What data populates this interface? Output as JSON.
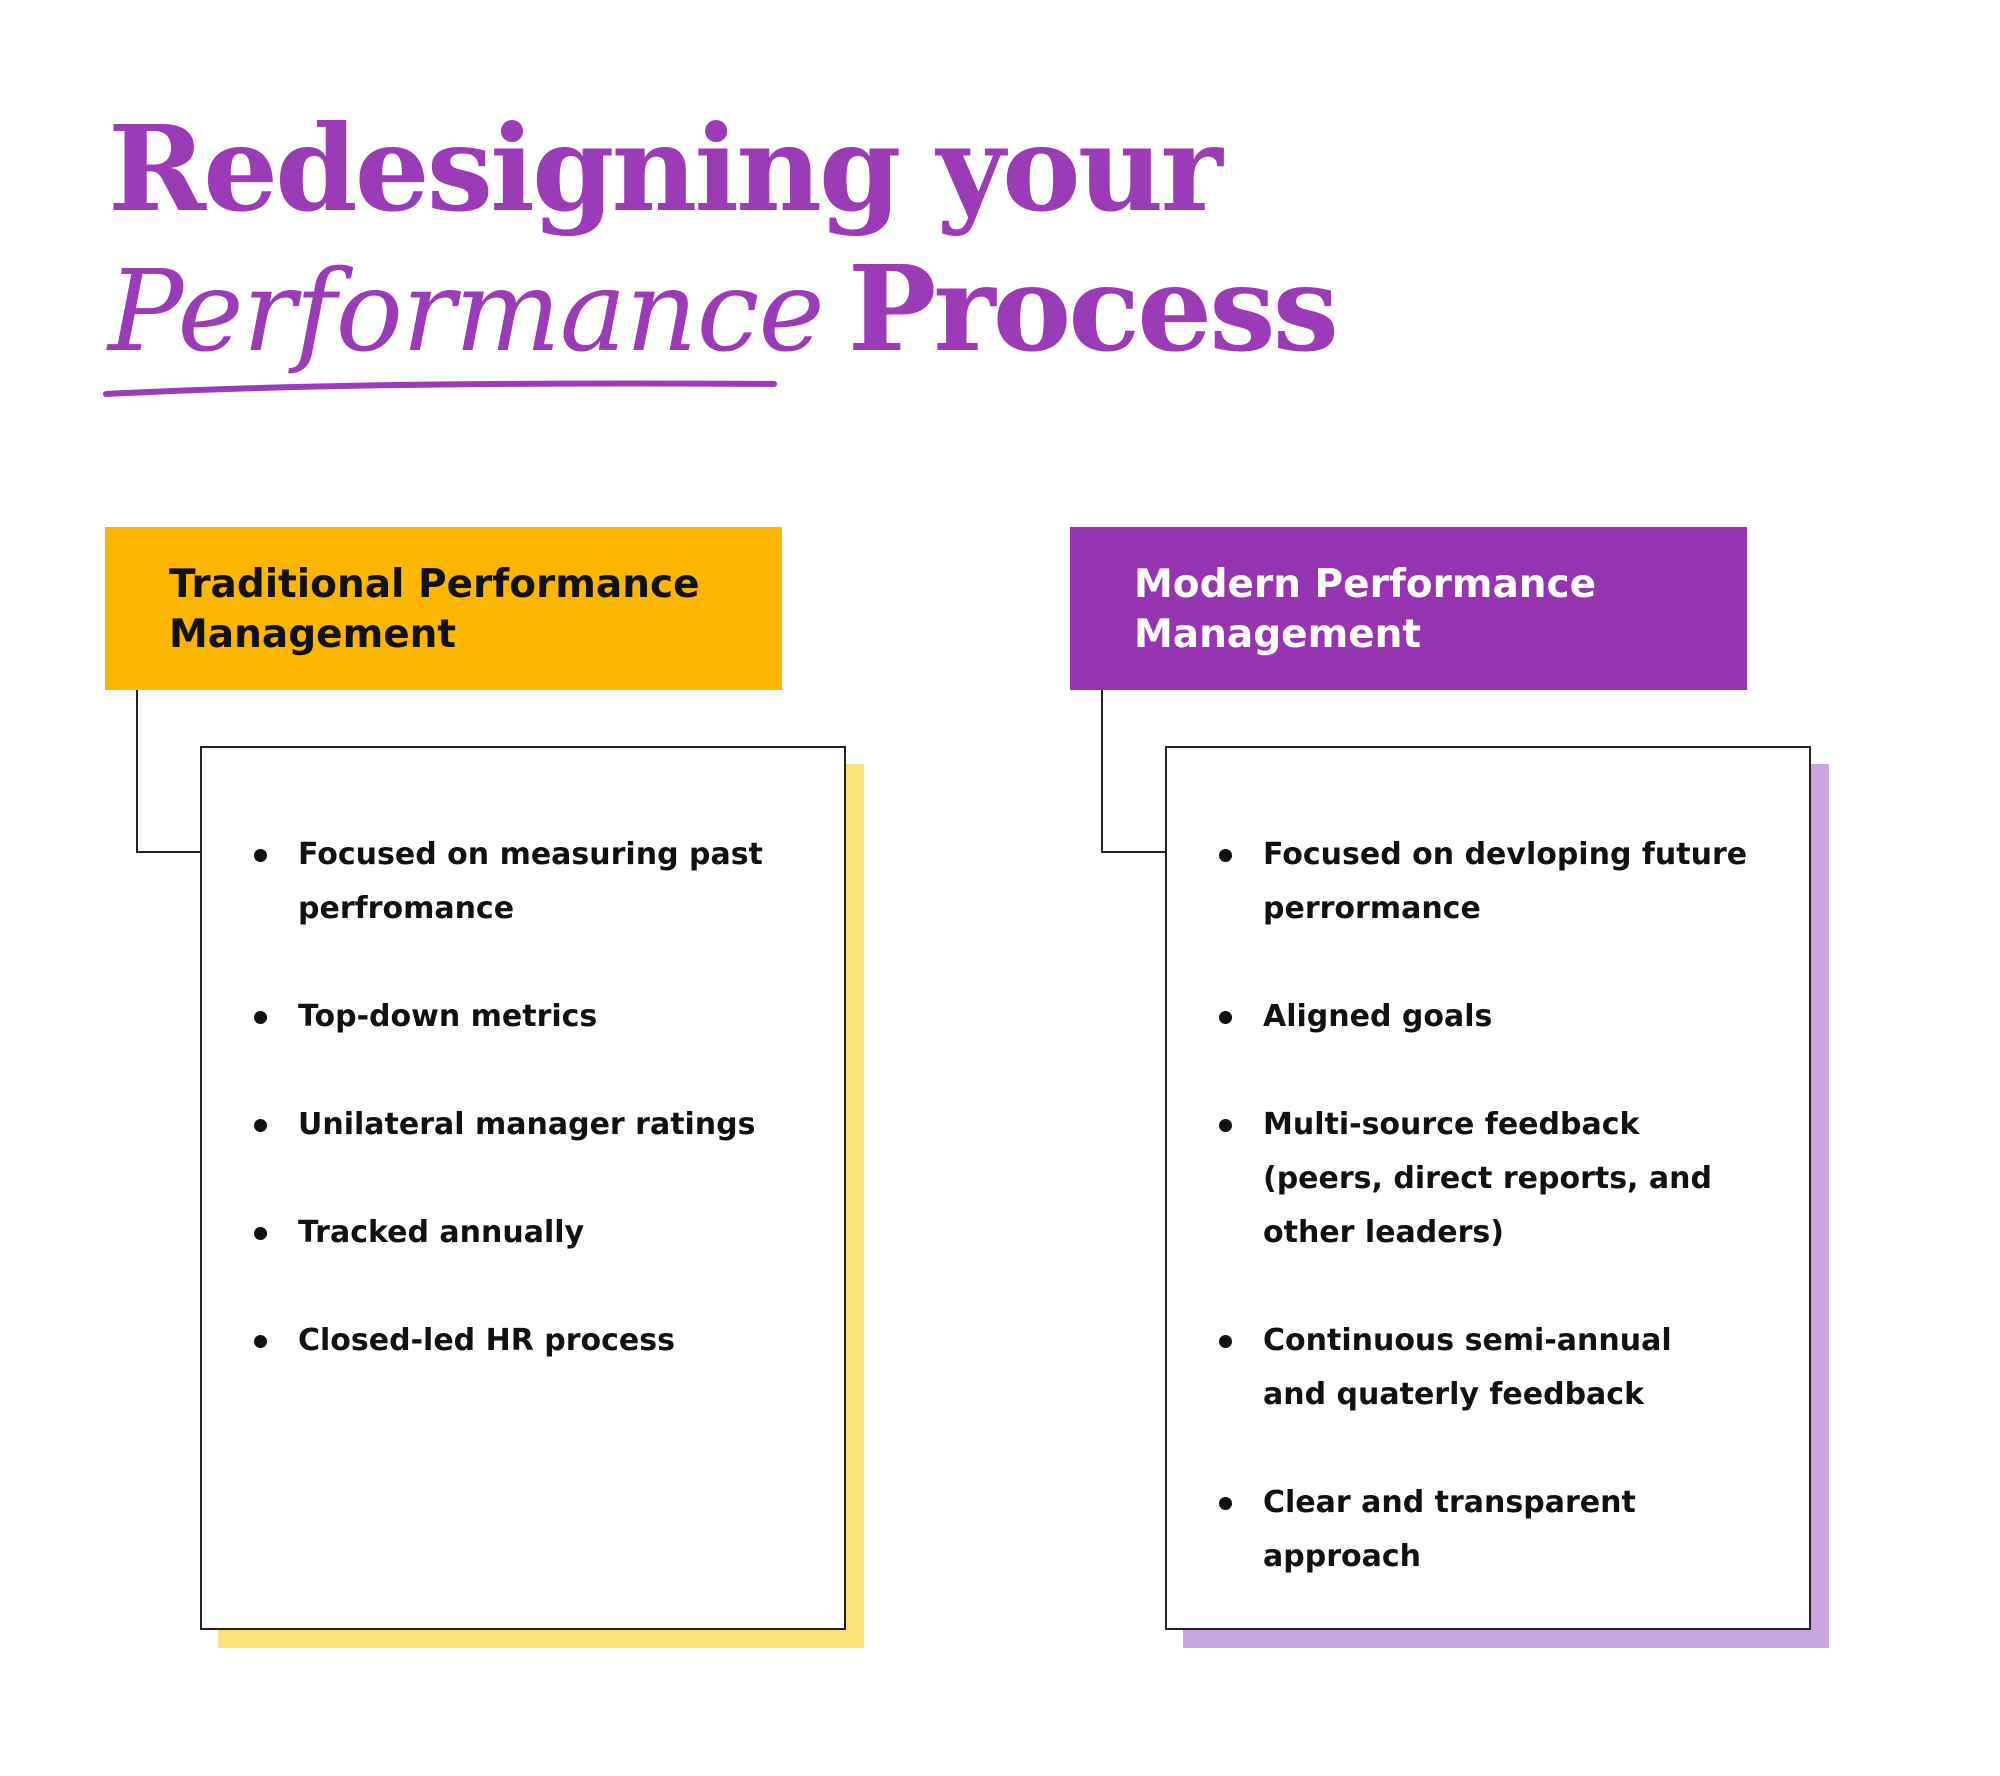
{
  "title": {
    "line1": "Redesigning your",
    "script_word": "Performance",
    "line2_rest": "Process"
  },
  "colors": {
    "title_purple": "#9b3bb7",
    "traditional_header": "#fdb600",
    "traditional_shadow": "#fde27a",
    "modern_header": "#9734b2",
    "modern_shadow": "#c9a5df"
  },
  "traditional": {
    "header_line1": "Traditional Performance",
    "header_line2": "Management",
    "items": [
      {
        "line1": "Focused on measuring past",
        "line2": "perfromance"
      },
      {
        "line1": "Top-down metrics"
      },
      {
        "line1": "Unilateral manager ratings"
      },
      {
        "line1": "Tracked annually"
      },
      {
        "line1": "Closed-led HR process"
      }
    ]
  },
  "modern": {
    "header_line1": "Modern Performance",
    "header_line2": "Management",
    "items": [
      {
        "line1": "Focused on devloping future",
        "line2": "perrormance"
      },
      {
        "line1": "Aligned goals"
      },
      {
        "line1": "Multi-source feedback",
        "line2": "(peers, direct reports, and",
        "line3": "other leaders)"
      },
      {
        "line1": "Continuous semi-annual",
        "line2": "and quaterly feedback"
      },
      {
        "line1": "Clear and transparent",
        "line2": "approach"
      }
    ]
  }
}
